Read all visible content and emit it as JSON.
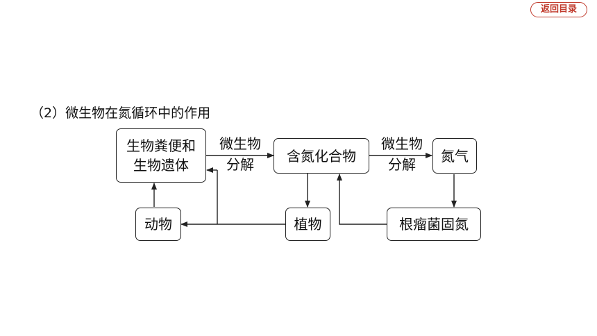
{
  "nav": {
    "back_label": "返回目录"
  },
  "section": {
    "heading": "（2）微生物在氮循环中的作用"
  },
  "diagram": {
    "nodes": {
      "remains_line1": "生物粪便和",
      "remains_line2": "生物遗体",
      "compounds": "含氮化合物",
      "nitrogen": "氮气",
      "animal": "动物",
      "plant": "植物",
      "nodule": "根瘤菌固氮"
    },
    "edge_labels": {
      "decompose1_line1": "微生物",
      "decompose1_line2": "分解",
      "decompose2_line1": "微生物",
      "decompose2_line2": "分解"
    }
  }
}
